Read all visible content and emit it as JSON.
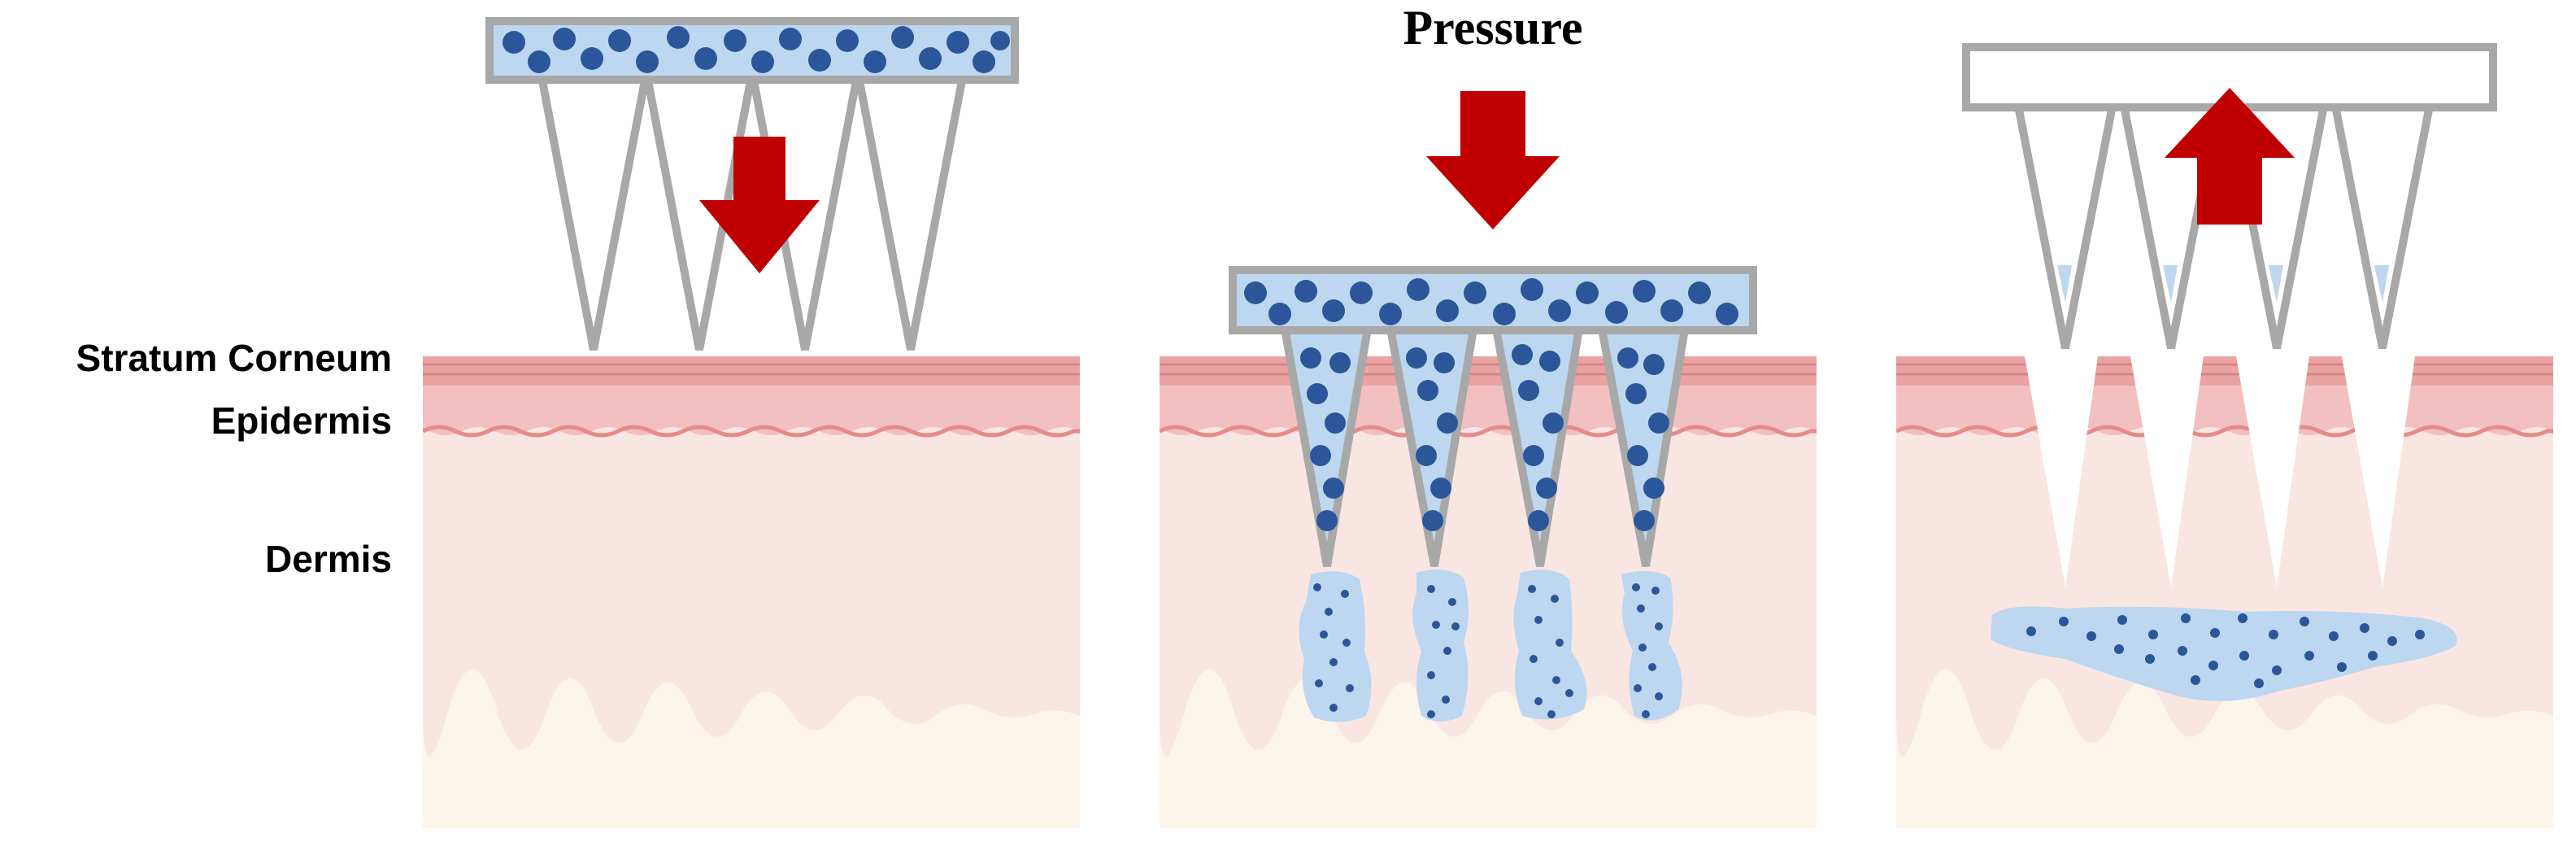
{
  "labels": {
    "stratum_corneum": "Stratum Corneum",
    "epidermis": "Epidermis",
    "dermis": "Dermis",
    "pressure": "Pressure"
  },
  "colors": {
    "stratum_corneum": "#e9a3a3",
    "epidermis": "#f2c0c0",
    "dermis": "#f9e6e3",
    "hypodermis": "#fcf5ea",
    "needle_outline": "#a8a8a8",
    "drug_fill": "#bcd7ef",
    "particle": "#2b5699",
    "arrow": "#c00000",
    "wave_line": "#e88a8a"
  },
  "icons": {
    "down_arrow": "down-arrow-icon",
    "up_arrow": "up-arrow-icon"
  },
  "panels": [
    {
      "stage": "applying",
      "arrow": "down"
    },
    {
      "stage": "pressing",
      "arrow": "down"
    },
    {
      "stage": "removed",
      "arrow": "up"
    }
  ]
}
